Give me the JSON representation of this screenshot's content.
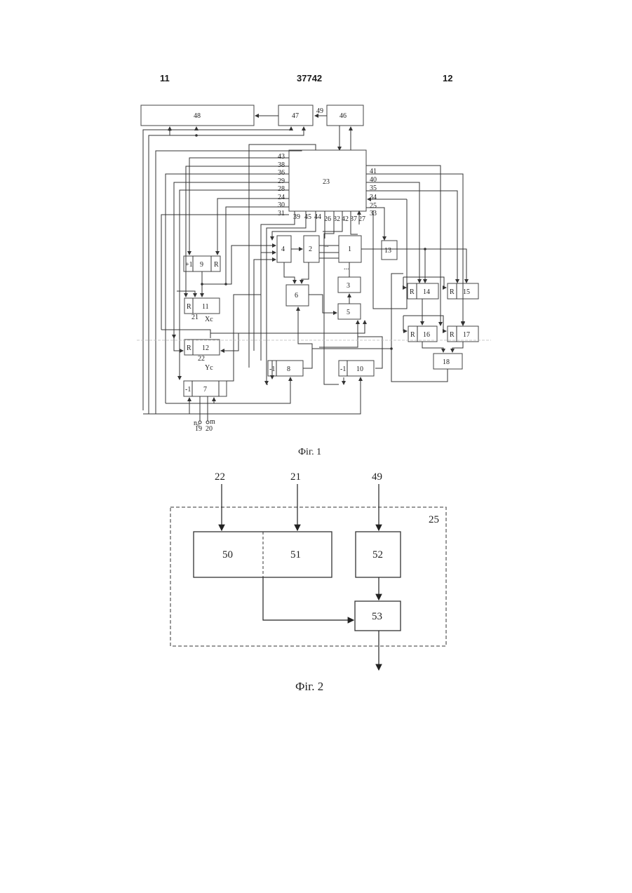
{
  "header": {
    "left": "11",
    "center": "37742",
    "right": "12"
  },
  "fig1": {
    "caption": "Фіг. 1",
    "blocks": {
      "b48": "48",
      "b47": "47",
      "b46": "46",
      "b23": "23",
      "b1": "1",
      "b2": "2",
      "b3": "3",
      "b4": "4",
      "b5": "5",
      "b6": "6",
      "b7": "7",
      "b8": "8",
      "b9": "9",
      "b10": "10",
      "b11": "11",
      "b12": "12",
      "b13": "13",
      "b14": "14",
      "b15": "15",
      "b16": "16",
      "b17": "17",
      "b18": "18"
    },
    "pin_labels": {
      "p49": "49",
      "left": [
        "43",
        "38",
        "36",
        "29",
        "28",
        "24",
        "30",
        "31"
      ],
      "right": [
        "41",
        "40",
        "35",
        "34",
        "25",
        "33"
      ],
      "bottom": [
        "39",
        "45",
        "44",
        "26",
        "32",
        "42",
        "37",
        "27"
      ],
      "r": "R",
      "plus1": "+1",
      "minus1": "-1",
      "dots": "...",
      "xc": "Xc",
      "yc": "Yc",
      "n21": "21",
      "n22": "22",
      "n19": "19",
      "n20": "20",
      "in_n0": "n₀",
      "in_m": "m"
    }
  },
  "fig2": {
    "caption": "Фіг. 2",
    "inputs": [
      "22",
      "21",
      "49"
    ],
    "container": "25",
    "blocks": {
      "b50": "50",
      "b51": "51",
      "b52": "52",
      "b53": "53"
    }
  }
}
